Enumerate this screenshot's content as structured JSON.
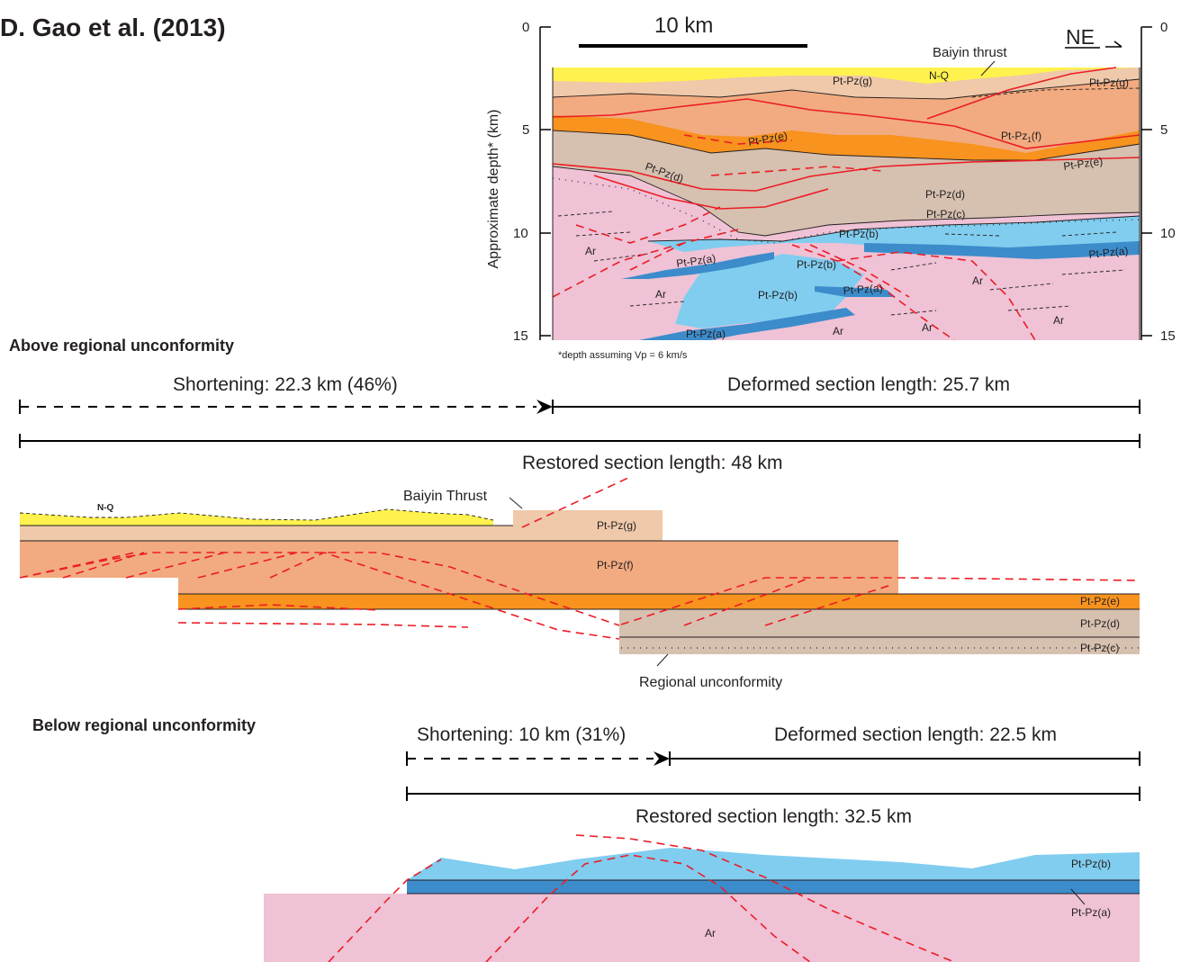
{
  "title": "D. Gao et al. (2013)",
  "section": {
    "scale_bar": "10 km",
    "direction": "NE",
    "ylabel": "Approximate depth* (km)",
    "depth_ticks_left": [
      "0",
      "5",
      "10",
      "15"
    ],
    "depth_ticks_right": [
      "0",
      "5",
      "10",
      "15"
    ],
    "footnote": "*depth assuming Vp = 6 km/s",
    "fault_label": "Baiyin thrust",
    "units": {
      "nq": "N-Q",
      "g1": "Pt-Pz(g)",
      "g2": "Pt-Pz(g)",
      "f_main": "Pt-Pz",
      "f_sub": "1",
      "f_suffix": "(f)",
      "e1": "Pt-Pz(e)",
      "e2": "Pt-Pz(e)",
      "d1": "Pt-Pz(d)",
      "d2": "Pt-Pz(d)",
      "c": "Pt-Pz(c)",
      "b1": "Pt-Pz(b)",
      "b2": "Pt-Pz(b)",
      "b3": "Pt-Pz(b)",
      "a1": "Pt-Pz(a)",
      "a2": "Pt-Pz(a)",
      "a3": "Pt-Pz(a)",
      "a4": "Pt-Pz(a)",
      "ar1": "Ar",
      "ar2": "Ar",
      "ar3": "Ar",
      "ar4": "Ar",
      "ar5": "Ar",
      "ar6": "Ar"
    }
  },
  "above": {
    "heading": "Above regional unconformity",
    "shortening": "Shortening: 22.3 km (46%)",
    "deformed": "Deformed section length: 25.7 km",
    "restored": "Restored section length: 48 km",
    "fault_label": "Baiyin Thrust",
    "unconformity_label": "Regional unconformity",
    "units": {
      "nq": "N-Q",
      "g": "Pt-Pz(g)",
      "f": "Pt-Pz(f)",
      "e": "Pt-Pz(e)",
      "d": "Pt-Pz(d)",
      "c": "Pt-Pz(c)"
    }
  },
  "below": {
    "heading": "Below regional unconformity",
    "shortening": "Shortening: 10 km (31%)",
    "deformed": "Deformed section length: 22.5 km",
    "restored": "Restored section length: 32.5 km",
    "units": {
      "b": "Pt-Pz(b)",
      "a": "Pt-Pz(a)",
      "ar": "Ar"
    }
  },
  "colors": {
    "yellow_nq": "#fff24e",
    "light_peach_g": "#efc9a9",
    "salmon_f": "#f2ab80",
    "orange_e": "#f7931e",
    "taupe_dc": "#d6c0af",
    "light_blue_b": "#80cdef",
    "mid_blue_a": "#3c8ccb",
    "pink_ar": "#efc2d6",
    "fault_red": "#ec1c24"
  }
}
